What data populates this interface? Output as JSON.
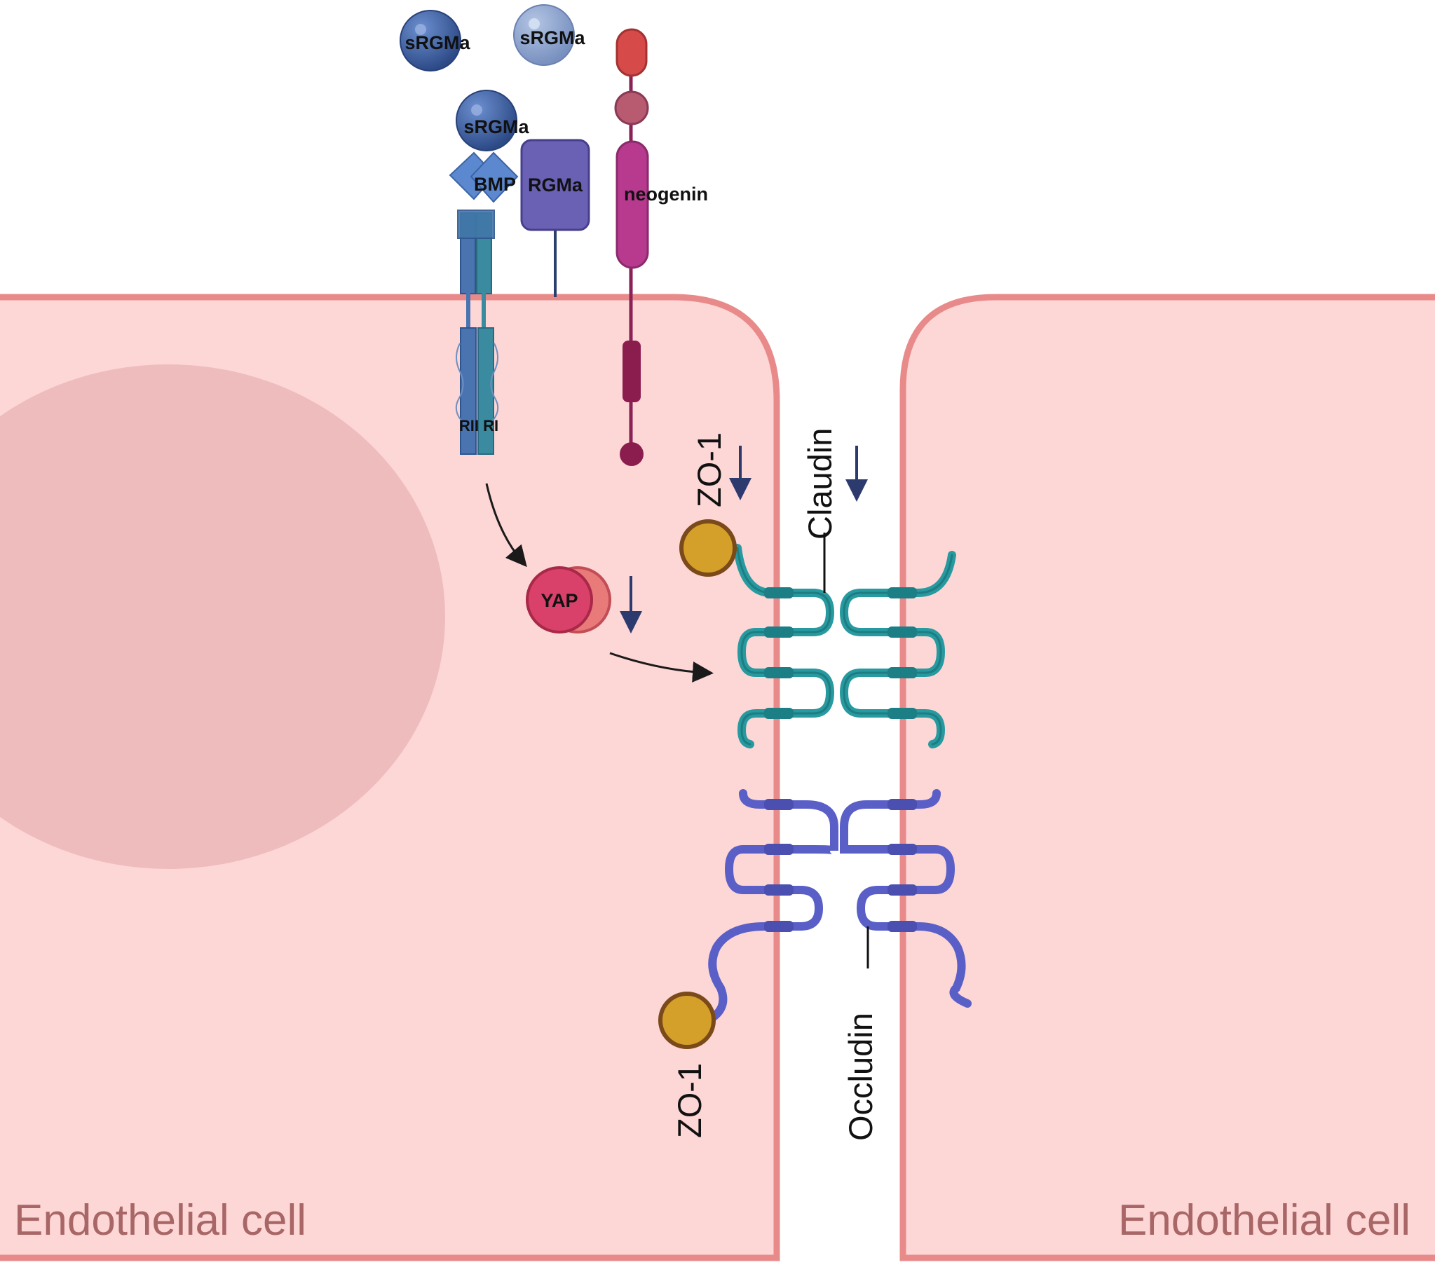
{
  "labels": {
    "srgma_free_1": "sRGMa",
    "srgma_free_2": "sRGMa",
    "srgma_bound": "sRGMa",
    "bmp": "BMP",
    "rgma": "RGMa",
    "neogenin": "neogenin",
    "receptor_types": "RII RI",
    "yap": "YAP",
    "zo1_top": "ZO-1",
    "zo1_bottom": "ZO-1",
    "claudin": "Claudin",
    "occludin": "Occludin",
    "cell_left": "Endothelial cell",
    "cell_right": "Endothelial cell"
  },
  "colors": {
    "cytoplasm": "#fdd6d6",
    "membrane": "#e98a8a",
    "nucleus": "#eebcbc",
    "claudin": "#279aa0",
    "occludin": "#5a5fc7",
    "zo1": "#d4a02a",
    "yap": "#d9416a",
    "neogenin": "#b83a8e",
    "bmp": "#4f7fc4",
    "rgma": "#6a61b5",
    "srgma": "#3d5f9e"
  }
}
